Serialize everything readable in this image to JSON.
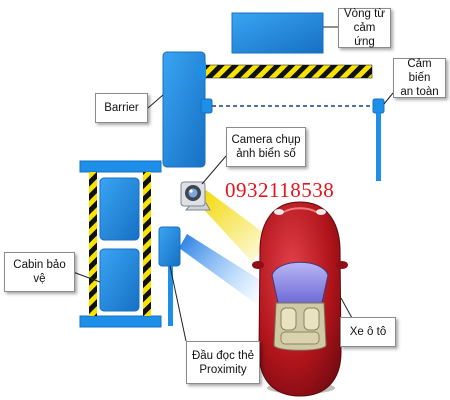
{
  "labels": {
    "vong_tu": "Vòng từ\ncảm ứng",
    "cam_bien": "Cảm biến\nan toàn",
    "barrier": "Barrier",
    "camera": "Camera chụp\nảnh biển số",
    "cabin": "Cabin bảo vệ",
    "dau_doc": "Đầu đọc thẻ\nProximity",
    "xe_o_to": "Xe ô tô"
  },
  "phone": "0932118538",
  "colors": {
    "blue": "#1e8fe8",
    "blue_dark": "#1670c4",
    "yellow": "#f6e400",
    "black": "#111111",
    "car_red": "#b0141b",
    "phone_red": "#e8131b",
    "beam_yellow": "#f2d800",
    "beam_blue": "#2f8ff0"
  }
}
